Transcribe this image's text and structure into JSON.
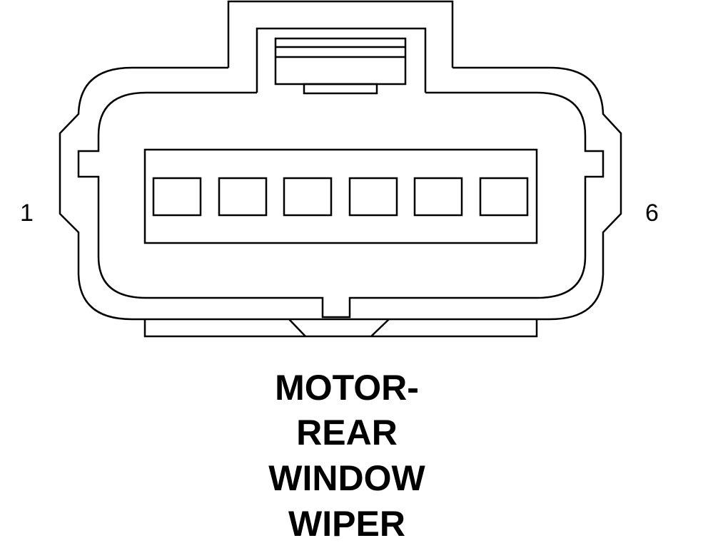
{
  "connector": {
    "pin_count": 6,
    "pin_start_label": "1",
    "pin_end_label": "6"
  },
  "caption": {
    "line1": "MOTOR-",
    "line2": "REAR",
    "line3": "WINDOW",
    "line4": "WIPER"
  },
  "colors": {
    "stroke": "#000000",
    "background": "#ffffff"
  }
}
